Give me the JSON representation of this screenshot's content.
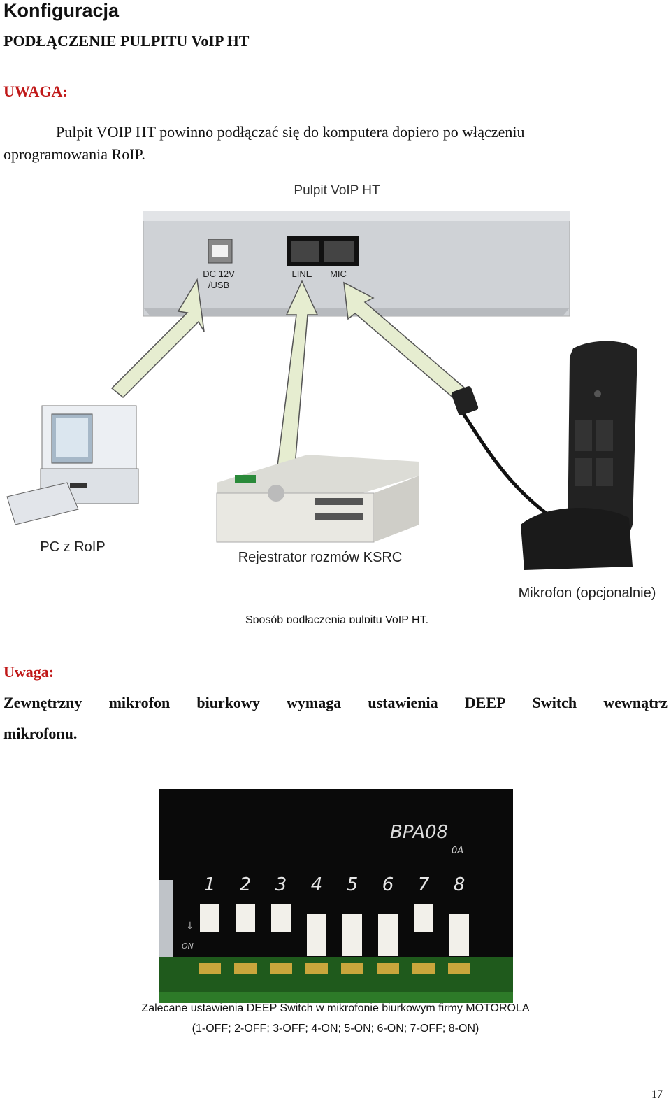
{
  "header": {
    "title": "Konfiguracja"
  },
  "section": {
    "title": "PODŁĄCZENIE PULPITU VoIP HT"
  },
  "warning1": {
    "label": "UWAGA:",
    "line1": "Pulpit VOIP HT powinno podłączać się do komputera dopiero po włączeniu",
    "line2": "oprogramowania RoIP."
  },
  "diagram": {
    "title": "Pulpit VoIP HT",
    "port_usb": "DC 12V",
    "port_usb2": "/USB",
    "port_line": "LINE",
    "port_mic": "MIC",
    "pc_label": "PC z  RoIP",
    "recorder_label": "Rejestrator rozmów KSRC",
    "mic_label": "Mikrofon (opcjonalnie)",
    "caption": "Sposób podłączenia pulpitu VoIP HT."
  },
  "warning2": {
    "label": "Uwaga:",
    "words": [
      "Zewnętrzny",
      "mikrofon",
      "biurkowy",
      "wymaga",
      "ustawienia",
      "DEEP",
      "Switch",
      "wewnątrz"
    ],
    "line2": "mikrofonu."
  },
  "dip_photo": {
    "chip_label": "BPA08",
    "chip_sub": "0A",
    "on_label": "ON",
    "switch_numbers": [
      "1",
      "2",
      "3",
      "4",
      "5",
      "6",
      "7",
      "8"
    ],
    "switch_states": [
      "OFF",
      "OFF",
      "OFF",
      "ON",
      "ON",
      "ON",
      "OFF",
      "ON"
    ],
    "caption1": "Zalecane ustawienia DEEP Switch  w mikrofonie biurkowym firmy MOTOROLA",
    "caption2": "(1-OFF; 2-OFF; 3-OFF; 4-ON; 5-ON; 6-ON; 7-OFF; 8-ON)"
  },
  "page_number": "17"
}
